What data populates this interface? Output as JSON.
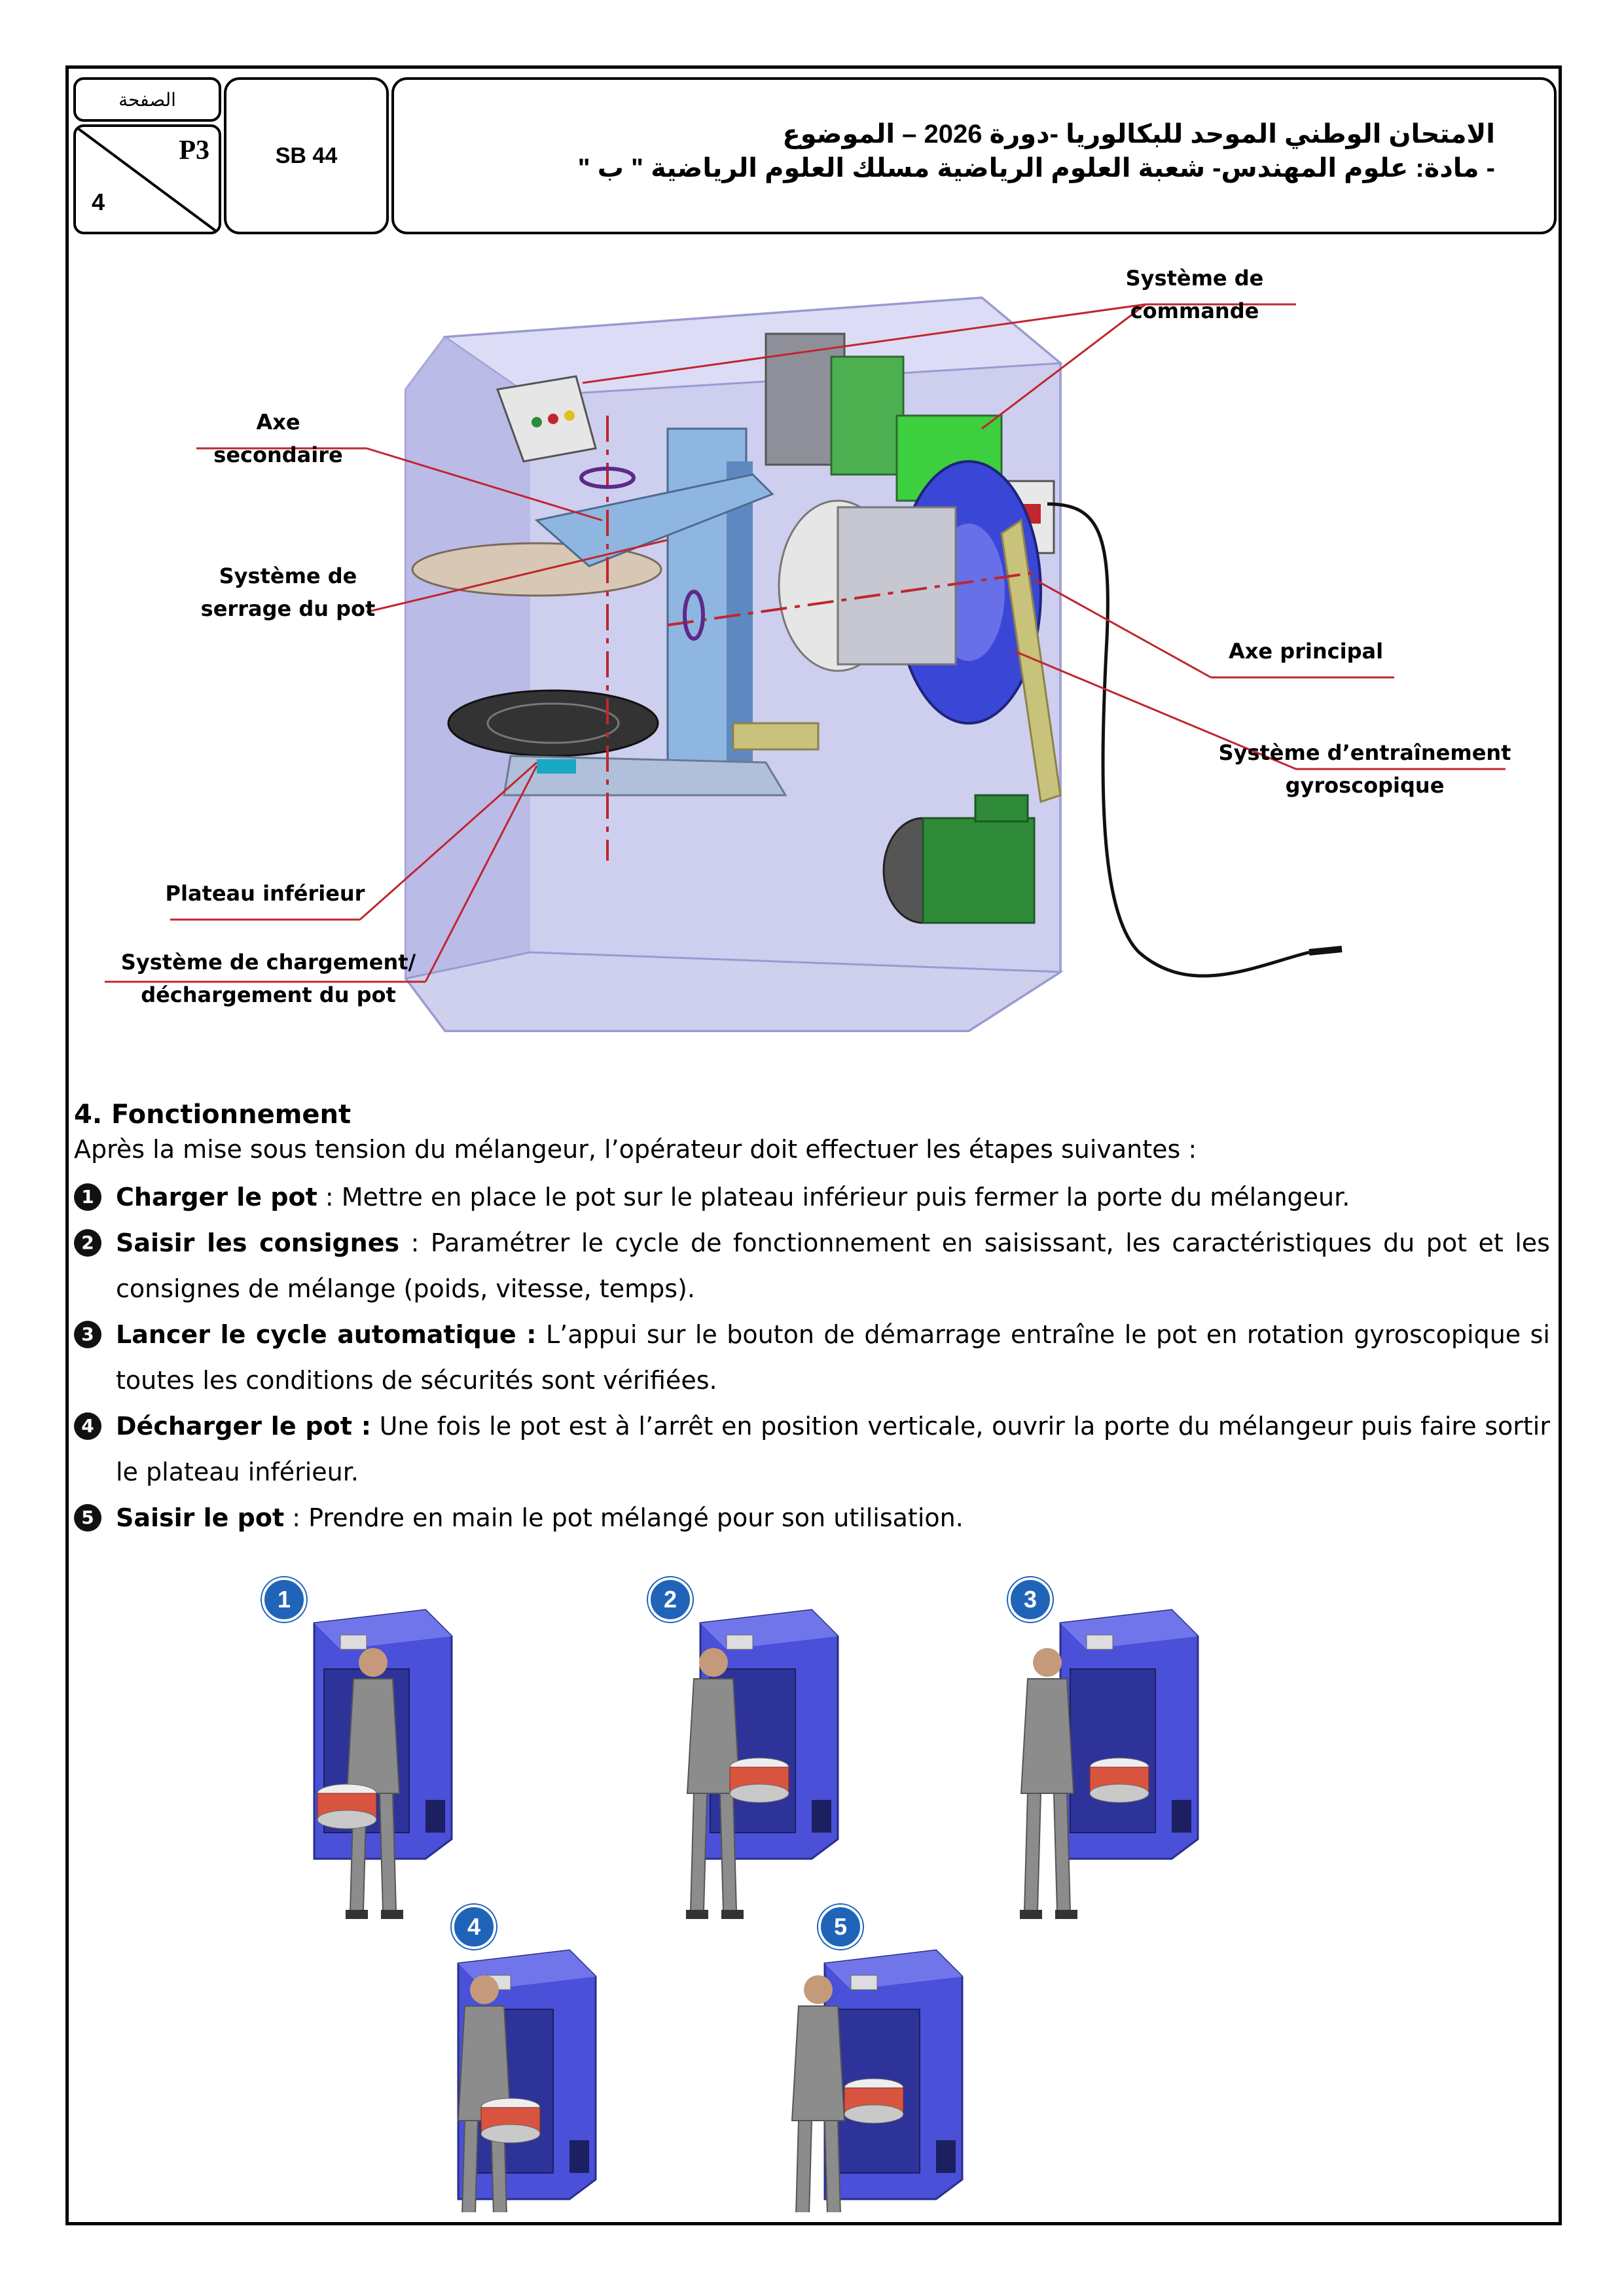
{
  "header": {
    "page_label": "الصفحة",
    "page_number": "P3",
    "page_total": "4",
    "code": "SB 44",
    "title_line1": "الامتحان الوطني الموحد للبكالوريا -دورة  2026  –  الموضوع",
    "title_line2": "- مادة: علوم المهندس- شعبة العلوم الرياضية مسلك العلوم الرياضية \" ب \""
  },
  "figure": {
    "callouts": {
      "systeme_commande": "Système de commande",
      "axe_secondaire": "Axe secondaire",
      "systeme_serrage_1": "Système de",
      "systeme_serrage_2": "serrage du pot",
      "axe_principal": "Axe principal",
      "entrainement_1": "Système d’entraînement",
      "entrainement_2": "gyroscopique",
      "plateau_inferieur": "Plateau inférieur",
      "chargement_1": "Système de chargement/",
      "chargement_2": "déchargement du pot"
    },
    "colors": {
      "machine": "#3a46d6",
      "callout_line": "#c0262e",
      "axis": "#c0262e",
      "motor": "#2f8a3a",
      "belt": "#c9c27a"
    }
  },
  "section": {
    "title": "4. Fonctionnement",
    "intro": "Après la mise sous tension du mélangeur, l’opérateur doit effectuer les étapes suivantes :",
    "steps": [
      {
        "num": "1",
        "label": "Charger le pot",
        "sep": " : ",
        "text": "Mettre en place le pot sur le plateau inférieur puis fermer la porte du mélangeur."
      },
      {
        "num": "2",
        "label": "Saisir les consignes",
        "sep": " : ",
        "text": "Paramétrer le cycle de fonctionnement en saisissant, les caractéristiques du pot et les consignes de mélange (poids, vitesse, temps)."
      },
      {
        "num": "3",
        "label": "Lancer le cycle automatique :",
        "sep": " ",
        "text": "L’appui sur le bouton de démarrage entraîne le pot en rotation gyroscopique si toutes les conditions de sécurités sont vérifiées."
      },
      {
        "num": "4",
        "label": "Décharger le pot :",
        "sep": " ",
        "text": "Une fois le pot est à l’arrêt en position verticale, ouvrir la porte du mélangeur puis faire sortir le plateau inférieur."
      },
      {
        "num": "5",
        "label": "Saisir le pot",
        "sep": " : ",
        "text": "Prendre en main le pot mélangé pour son utilisation."
      }
    ]
  },
  "illustration": {
    "badges": [
      "1",
      "2",
      "3",
      "4",
      "5"
    ],
    "colors": {
      "badge": "#1f64b8",
      "cabinet": "#4a50d8",
      "worker": "#8c8c8c"
    }
  }
}
